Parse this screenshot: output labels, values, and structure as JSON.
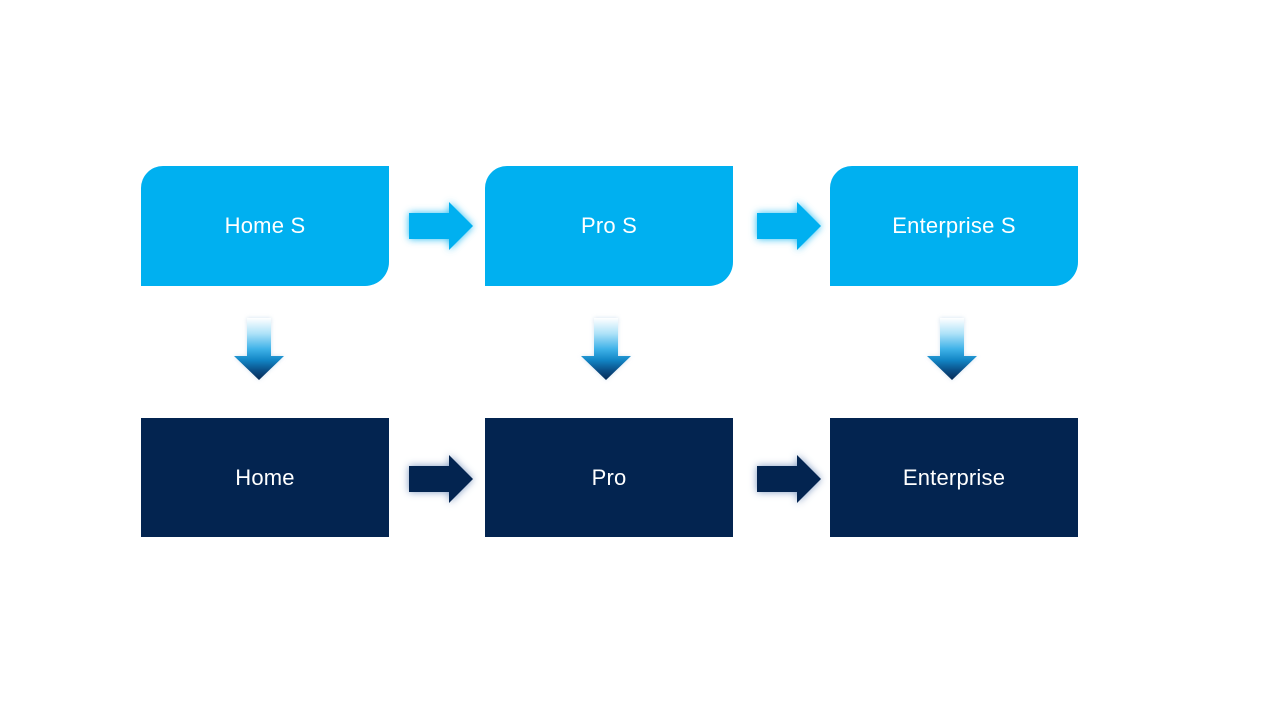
{
  "diagram": {
    "type": "flow",
    "description_rows": 2,
    "top_row": [
      {
        "label": "Home S"
      },
      {
        "label": "Pro S"
      },
      {
        "label": "Enterprise S"
      }
    ],
    "bottom_row": [
      {
        "label": "Home"
      },
      {
        "label": "Pro"
      },
      {
        "label": "Enterprise"
      }
    ],
    "connectors": {
      "horizontal_top": "right-arrow",
      "horizontal_bottom": "right-arrow",
      "vertical": "down-arrow"
    }
  },
  "colors": {
    "top_box_fill": "#00B0F0",
    "bottom_box_fill": "#032450",
    "text": "#FFFFFF",
    "background": "#FFFFFF",
    "top_arrow_glow": "#00B0F0",
    "bottom_arrow_glow": "#7893BE",
    "down_arrow_gradient_top": "#FFFFFF",
    "down_arrow_gradient_mid": "#3FB2E8",
    "down_arrow_gradient_bottom": "#062A55"
  }
}
